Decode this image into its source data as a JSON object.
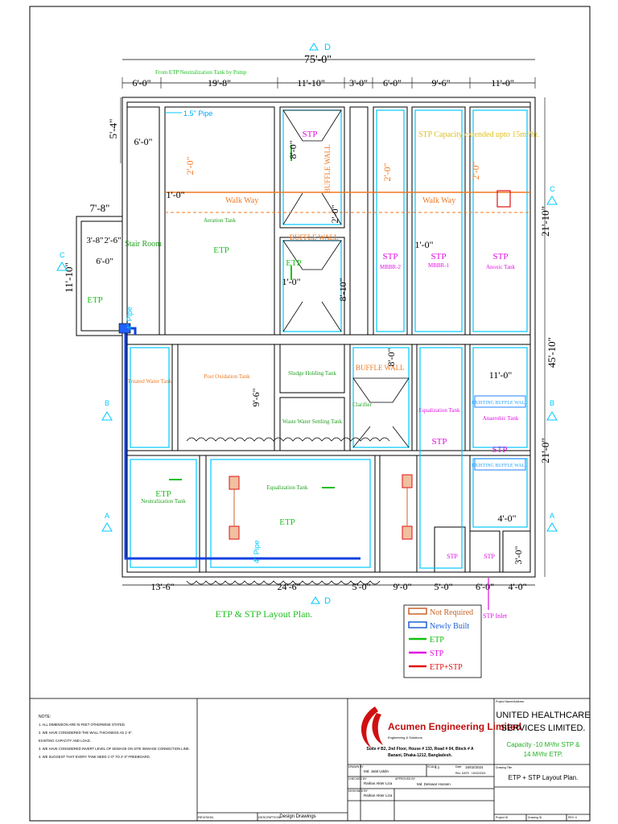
{
  "plan": {
    "title": "ETP & STP Layout Plan.",
    "overall_width": "75'-0\"",
    "top_dims": [
      "6'-0\"",
      "19'-8\"",
      "11'-10\"",
      "3'-0\"",
      "6'-0\"",
      "9'-6\"",
      "11'-0\""
    ],
    "bottom_dims": [
      "13'-6\"",
      "24'-6\"",
      "5'-0\"",
      "9'-0\"",
      "5'-0\"",
      "6'-0\"",
      "4'-0\""
    ],
    "right_dims": [
      "21'-10\"",
      "45'-10\"",
      "21'-0\"",
      "4'-0\"",
      "3'-0\""
    ],
    "left_dims": [
      "5'-4\"",
      "7'-8\"",
      "11'-10\"",
      "3'-8\"",
      "2'-6\"",
      "6'-0\""
    ],
    "misc_dims": [
      "6'-0\"",
      "2'-0\"",
      "1'-0\"",
      "8'-0\"",
      "2'-0\"",
      "1'-0\"",
      "8'-10\"",
      "9'-6\"",
      "8'-0\"",
      "1'-0\"",
      "2'-0\"",
      "11'-0\"",
      "2'-0\""
    ],
    "pump_note": "From ETP Neutralization Tank by Pump",
    "pipe_top": "1.5\" Pipe",
    "pipe_left": "4\" Pipe",
    "pipe_mid": "4\" Pipe",
    "stp_capacity_note": "STP Capacity extended upto 15m³/hr.",
    "walkway": "Walk Way",
    "buffle_wall": "BUFFLE WALL",
    "existing_buffle_wall": "EXISTING BUFFLE WALL",
    "stair": "Stair Room",
    "stp_inlet": "STP Inlet",
    "section_marks": [
      "A",
      "B",
      "C",
      "D"
    ],
    "tanks": [
      {
        "name": "Aeration Tank",
        "zone": "ETP"
      },
      {
        "name": "Post Oxidation Tank",
        "zone": ""
      },
      {
        "name": "Treated Water Tank",
        "zone": ""
      },
      {
        "name": "Neutralization Tank",
        "zone": "ETP"
      },
      {
        "name": "Equalization Tank",
        "zone": "ETP"
      },
      {
        "name": "Sludge Holding Tank",
        "zone": ""
      },
      {
        "name": "Clarifier",
        "zone": ""
      },
      {
        "name": "Waste Water Settling Tank",
        "zone": ""
      },
      {
        "name": "MBBR-2",
        "zone": "STP"
      },
      {
        "name": "MBBR-1",
        "zone": "STP"
      },
      {
        "name": "Anoxic Tank",
        "zone": "STP"
      },
      {
        "name": "Anaerobic Tank",
        "zone": "STP"
      },
      {
        "name": "Equalization Tank",
        "zone": "STP"
      }
    ],
    "zone_labels": {
      "etp": "ETP",
      "stp": "STP"
    }
  },
  "legend": {
    "items": [
      {
        "label": "Not Required",
        "color": "#c86428"
      },
      {
        "label": "Newly Built",
        "color": "#2060d0"
      },
      {
        "label": "ETP",
        "color": "#10c010"
      },
      {
        "label": "STP",
        "color": "#e010e0"
      },
      {
        "label": "ETP+STP",
        "color": "#e01010"
      }
    ]
  },
  "title_block": {
    "note_heading": "NOTE:",
    "notes": [
      "1. ALL DIMENSION ARE IN FEET OTHERWISE STATED.",
      "2. WE HAVE CONSIDERED THE WALL THICKNESS AS 1'-0\".",
      "   EXISTING CAPACITY AND LOAD.",
      "3. WE HAVE CONSIDERED INVERT LEVEL OF SEWAGE ON SITE SEWAGE CONNECTION LINE.",
      "4. WE SUGGEST THAT EVERY TANK NEED 1'-0\" TO 2'-0\" FREEBOARD."
    ],
    "revision_label": "REVISION",
    "description_label": "DESCRIPTION",
    "design_drawings": "Design Drawings",
    "company": "Acumen Engineering Limited",
    "company_sub": "Engineering & Solutions",
    "address_1": "Suite # B2, 2nd Floor, House # 133, Road # 04, Block # A",
    "address_2": "Banani, Dhaka-1212, Bangladesh.",
    "drawn_by_label": "DRAWN BY",
    "drawn_by": "Md. Jalal Uddin",
    "checked_label": "CHECKED BY",
    "checked_by": "Raihan Akter Liza",
    "designed_label": "DESIGNED BY",
    "designed_by": "Raihan Akter Liza",
    "approved_label": "APPROVED BY",
    "approved_by": "Md. Delowar Hossen",
    "scale_label": "SCALE",
    "scale": "1:1",
    "date_label": "Date",
    "date": "15/02/2024",
    "rev_date": "Rev. DATE : 15/02/2024",
    "project_name_label": "Project Name/Address",
    "client_1": "UNITED HEALTHCARE",
    "client_2": "SERVICES LIMITED.",
    "capacity_1": "Capacity -10 M³/hr STP &",
    "capacity_2": "14 M³/hr ETP.",
    "drawing_title_label": "Drawing Title",
    "drawing_title": "ETP + STP Layout Plan.",
    "project_no_label": "Project ID",
    "drawing_no_label": "Drawing ID",
    "rev_no_label": "REV. #"
  }
}
